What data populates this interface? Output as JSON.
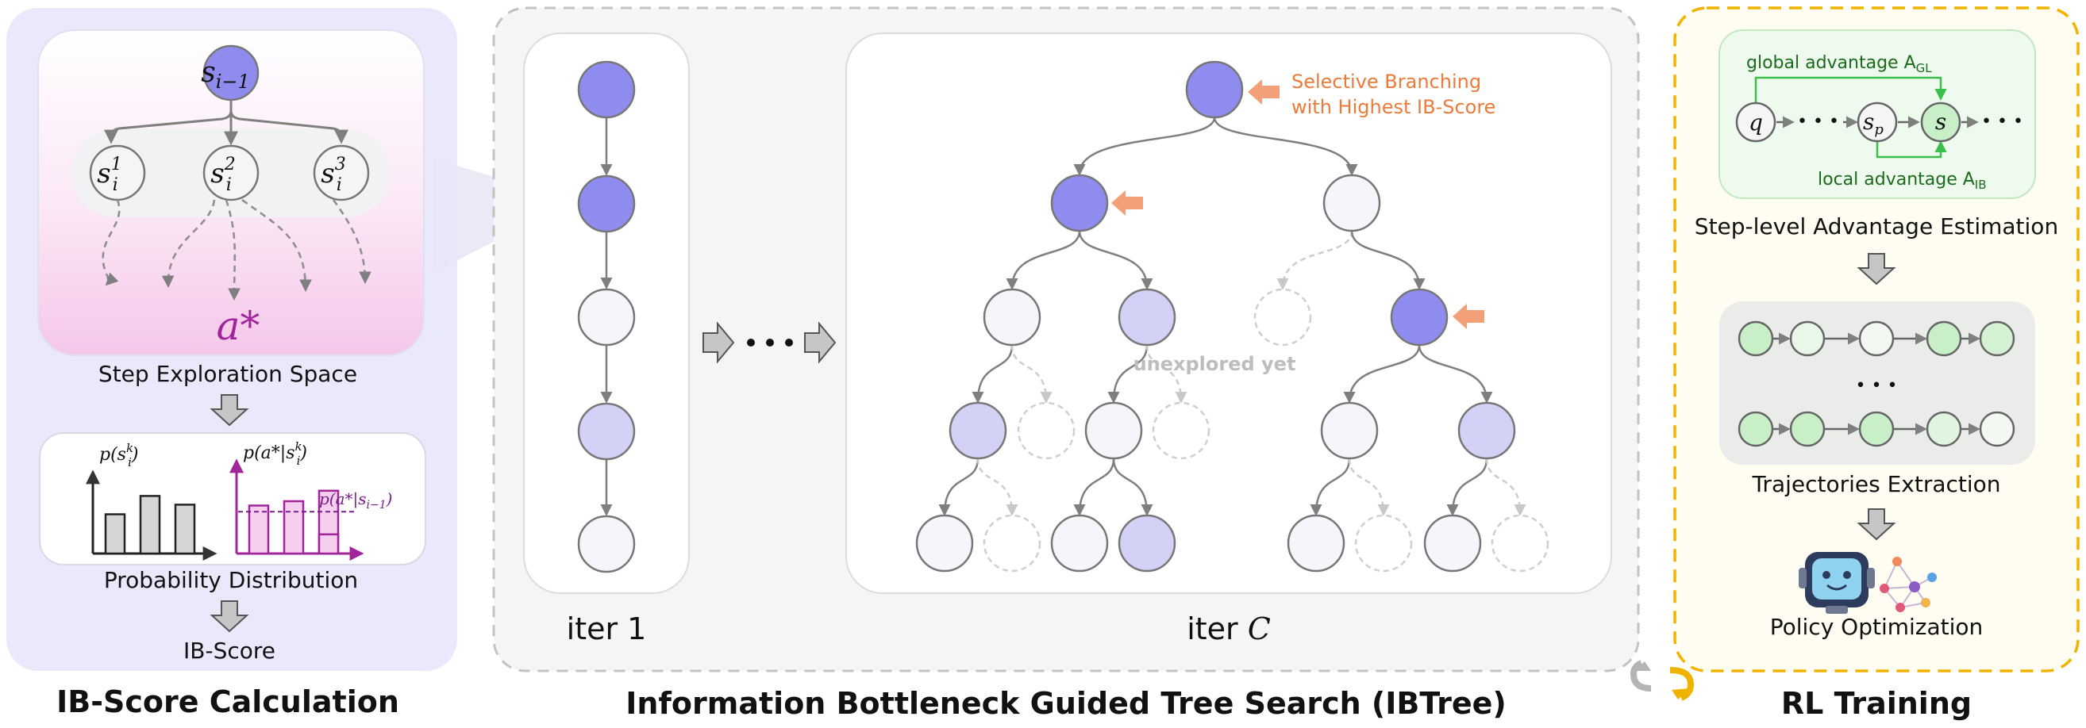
{
  "panels": {
    "ib_score": {
      "title": "IB-Score Calculation",
      "root_node_label": "s",
      "root_node_sub": "i−1",
      "child_nodes": [
        {
          "base": "s",
          "sub": "i",
          "sup": "1"
        },
        {
          "base": "s",
          "sub": "i",
          "sup": "2"
        },
        {
          "base": "s",
          "sub": "i",
          "sup": "3"
        }
      ],
      "answer_label": "a*",
      "exploration_caption": "Step Exploration Space",
      "prob_label_left": "p(s",
      "prob_label_left_sub": "i",
      "prob_label_left_sup": "k",
      "prob_label_right": "p(a*|s",
      "prob_label_right_sub": "i",
      "prob_label_right_sup": "k",
      "baseline_label": "p(a*|s",
      "baseline_label_sub": "i−1",
      "distribution_caption": "Probability Distribution",
      "ib_score_caption": "IB-Score",
      "bars_left": [
        0.45,
        0.66,
        0.56
      ],
      "bars_right": [
        0.55,
        0.6,
        0.72,
        0.22
      ],
      "baseline_level": 0.48
    },
    "tree_search": {
      "title": "Information Bottleneck Guided Tree Search (IBTree)",
      "iter_first_label": "iter 1",
      "iter_last_label_prefix": "iter ",
      "iter_last_label_var": "C",
      "selective_line1": "Selective Branching",
      "selective_line2": "with Highest IB-Score",
      "unexplored_label": "unexplored yet"
    },
    "rl_training": {
      "title": "RL Training",
      "global_adv_label": "global advantage A",
      "global_adv_sub": "GL",
      "local_adv_label": "local advantage A",
      "local_adv_sub": "IB",
      "node_q": "q",
      "node_sp": "s",
      "node_sp_sub": "p",
      "node_s": "s",
      "advantage_caption": "Step-level Advantage Estimation",
      "trajectories_caption": "Trajectories Extraction",
      "policy_caption": "Policy Optimization",
      "ellipsis": "• • •"
    }
  },
  "colors": {
    "purple_node": "#8f8cf0",
    "light_purple_node": "#d3d1f5",
    "white_node": "#f5f6fc",
    "orange": "#ec7a38",
    "orange_arrow": "#f3a078",
    "magenta": "#a1249a",
    "green_node": "#c8efc8",
    "green_line": "#3cbf4a",
    "left_panel_bg": "#e9e9fb",
    "right_panel_border": "#f0b400"
  }
}
